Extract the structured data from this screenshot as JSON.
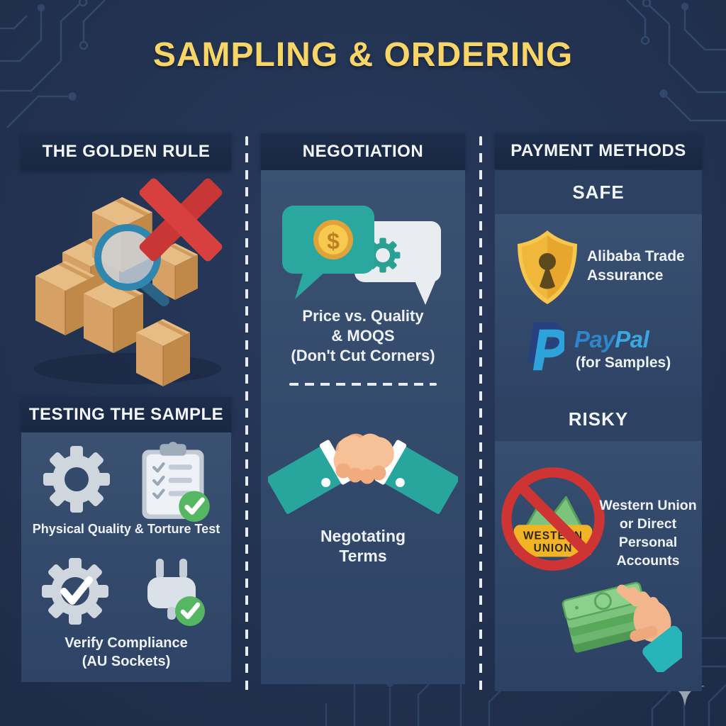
{
  "page": {
    "title": "SAMPLING & ORDERING"
  },
  "golden_rule": {
    "header": "THE GOLDEN RULE",
    "testing_header": "TESTING THE SAMPLE",
    "test1_caption": "Physical Quality & Torture Test",
    "test2_lines": [
      "Verify Compliance",
      "(AU Sockets)"
    ]
  },
  "negotiation": {
    "header": "NEGOTIATION",
    "topic1_lines": [
      "Price vs. Quality",
      "& MOQS",
      "(Don't Cut Corners)"
    ],
    "topic2_lines": [
      "Negotating",
      "Terms"
    ],
    "coin_symbol": "$"
  },
  "payment": {
    "header": "PAYMENT METHODS",
    "safe_label": "SAFE",
    "alibaba_lines": [
      "Alibaba Trade",
      "Assurance"
    ],
    "paypal_pay": "Pay",
    "paypal_pal": "Pal",
    "paypal_note": "(for Samples)",
    "risky_label": "RISKY",
    "risky_lines": [
      "Western Union",
      "or Direct",
      "Personal",
      "Accounts"
    ],
    "wu_badge_lines": [
      "WESTERN",
      "UNION"
    ]
  },
  "colors": {
    "background": "#223250",
    "panel": "#35496b",
    "header_box": "#1b2b48",
    "band": "#2d4162",
    "title_yellow": "#f7d566",
    "teal": "#2aa79e",
    "red_x": "#d84040",
    "prohibition_red": "#cf3434",
    "shield_gold": "#f0b83a",
    "wu_badge_yellow": "#f0b424",
    "cash_green": "#7cc47e",
    "paypal_dark_blue": "#27407e",
    "paypal_light_blue": "#2ea2db",
    "check_green": "#55b761",
    "box_tan": "#d7a166",
    "sparkle_gray": "#9aa5b3"
  },
  "icon_names": [
    "boxes-inspection-illustration",
    "magnifier-icon",
    "red-x-icon",
    "gear-icon",
    "clipboard-check-icon",
    "gear-check-icon",
    "plug-check-icon",
    "chat-bubbles-icon",
    "dollar-coin-icon",
    "handshake-icon",
    "shield-keyhole-icon",
    "paypal-logo-icon",
    "no-western-union-icon",
    "cash-in-hand-icon",
    "sparkle-icon",
    "circuit-decoration"
  ]
}
